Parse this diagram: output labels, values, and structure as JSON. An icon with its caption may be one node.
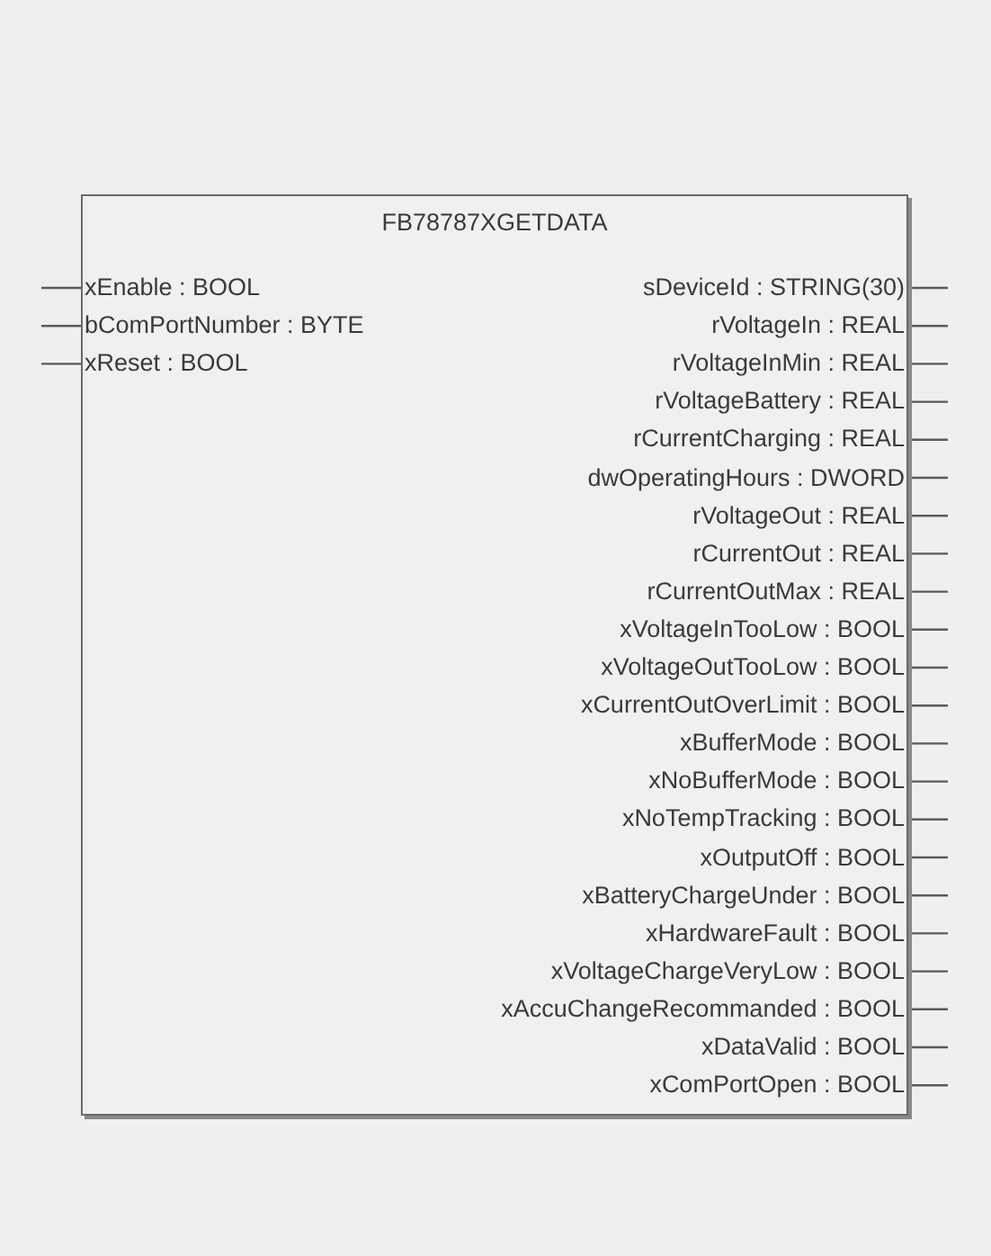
{
  "diagram": {
    "nodes": [
      {
        "text": [
          "FB78787XGETDATA"
        ]
      },
      {
        "text": [
          "xEnable : BOOL"
        ],
        "in": 0
      },
      {
        "text": [
          "bComPortNumber : BYTE"
        ],
        "in": 0
      },
      {
        "text": [
          "xReset : BOOL"
        ],
        "in": 0
      },
      {
        "text": [
          "sDeviceId : STRING(30)"
        ],
        "in": 0
      },
      {
        "text": [
          "rVoltageIn : REAL"
        ],
        "in": 0
      },
      {
        "text": [
          "rVoltageInMin : REAL"
        ],
        "in": 0
      },
      {
        "text": [
          "rVoltageBattery : REAL"
        ],
        "in": 0
      },
      {
        "text": [
          "rCurrentCharging : REAL"
        ],
        "in": 0
      },
      {
        "text": [
          "dwOperatingHours : DWORD"
        ],
        "in": 0
      },
      {
        "text": [
          "rVoltageOut : REAL"
        ],
        "in": 0
      },
      {
        "text": [
          "rCurrentOut : REAL"
        ],
        "in": 0
      },
      {
        "text": [
          "rCurrentOutMax : REAL"
        ],
        "in": 0
      },
      {
        "text": [
          "xVoltageInTooLow : BOOL"
        ],
        "in": 0
      },
      {
        "text": [
          "xVoltageOutTooLow : BOOL"
        ],
        "in": 0
      },
      {
        "text": [
          "xCurrentOutOverLimit : BOOL"
        ],
        "in": 0
      },
      {
        "text": [
          "xBufferMode : BOOL"
        ],
        "in": 0
      },
      {
        "text": [
          "xNoBufferMode : BOOL"
        ],
        "in": 0
      },
      {
        "text": [
          "xNoTempTracking : BOOL"
        ],
        "in": 0
      },
      {
        "text": [
          "xOutputOff : BOOL"
        ],
        "in": 0
      },
      {
        "text": [
          "xBatteryChargeUnder : BOOL"
        ],
        "in": 0
      },
      {
        "text": [
          "xHardwareFault : BOOL"
        ],
        "in": 0
      },
      {
        "text": [
          "xVoltageChargeVeryLow : BOOL"
        ],
        "in": 0
      },
      {
        "text": [
          "xAccuChangeRecommanded : BOOL"
        ],
        "in": 0
      },
      {
        "text": [
          "xDataValid : BOOL"
        ],
        "in": 0
      },
      {
        "text": [
          "xComPortOpen : BOOL"
        ],
        "in": 0
      }
    ],
    "edges": [
      {
        "from": null,
        "to": 1,
        "arrow": "none"
      },
      {
        "from": null,
        "to": 2,
        "arrow": "none"
      },
      {
        "from": null,
        "to": 3,
        "arrow": "none"
      },
      {
        "from": 4,
        "to": null,
        "arrow": "none"
      },
      {
        "from": 5,
        "to": null,
        "arrow": "none"
      },
      {
        "from": 6,
        "to": null,
        "arrow": "none"
      },
      {
        "from": 7,
        "to": null,
        "arrow": "none"
      },
      {
        "from": 8,
        "to": null,
        "arrow": "none"
      },
      {
        "from": 9,
        "to": null,
        "arrow": "none"
      },
      {
        "from": 10,
        "to": null,
        "arrow": "none"
      },
      {
        "from": 11,
        "to": null,
        "arrow": "none"
      },
      {
        "from": 12,
        "to": null,
        "arrow": "none"
      },
      {
        "from": 13,
        "to": null,
        "arrow": "none"
      },
      {
        "from": 14,
        "to": null,
        "arrow": "none"
      },
      {
        "from": 15,
        "to": null,
        "arrow": "none"
      },
      {
        "from": 16,
        "to": null,
        "arrow": "none"
      },
      {
        "from": 17,
        "to": null,
        "arrow": "none"
      },
      {
        "from": 18,
        "to": null,
        "arrow": "none"
      },
      {
        "from": 19,
        "to": null,
        "arrow": "none"
      },
      {
        "from": 20,
        "to": null,
        "arrow": "none"
      },
      {
        "from": 21,
        "to": null,
        "arrow": "none"
      },
      {
        "from": 22,
        "to": null,
        "arrow": "none"
      },
      {
        "from": 23,
        "to": null,
        "arrow": "none"
      },
      {
        "from": 24,
        "to": null,
        "arrow": "none"
      },
      {
        "from": 25,
        "to": null,
        "arrow": "none"
      }
    ]
  }
}
